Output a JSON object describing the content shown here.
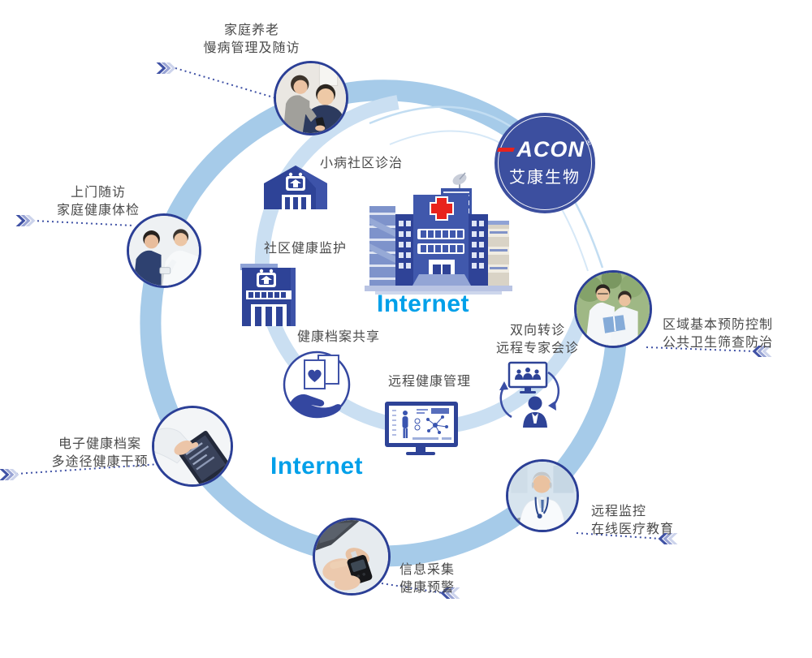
{
  "logo": {
    "brand": "ACON",
    "reg": "®",
    "brand_cn": "艾康生物"
  },
  "internet": {
    "top": "Internet",
    "bottom": "Internet"
  },
  "nodes": {
    "family_care": {
      "line1": "家庭养老",
      "line2": "慢病管理及随访"
    },
    "home_visit": {
      "line1": "上门随访",
      "line2": "家庭健康体检"
    },
    "community_clinic": {
      "label": "小病社区诊治"
    },
    "community_monitor": {
      "label": "社区健康监护"
    },
    "regional_prevention": {
      "line1": "区域基本预防控制",
      "line2": "公共卫生筛查防治"
    },
    "referral": {
      "line1": "双向转诊",
      "line2": "远程专家会诊"
    },
    "records_sharing": {
      "label": "健康档案共享"
    },
    "remote_health": {
      "label": "远程健康管理"
    },
    "ehr": {
      "line1": "电子健康档案",
      "line2": "多途径健康干预"
    },
    "info_collection": {
      "line1": "信息采集",
      "line2": "健康预警"
    },
    "remote_monitoring": {
      "line1": "远程监控",
      "line2": "在线医疗教育"
    }
  },
  "colors": {
    "brand_blue": "#2e4397",
    "brand_blue_light": "#4156a8",
    "outer_ring": "#a6cbe9",
    "inner_ring": "#cadff2",
    "orbit_line": "#c2ddf2",
    "accent_cyan": "#00a0e9",
    "cross_red": "#e8231d",
    "label_text": "#4a4a4a",
    "connector_blue": "#3f51a5"
  }
}
